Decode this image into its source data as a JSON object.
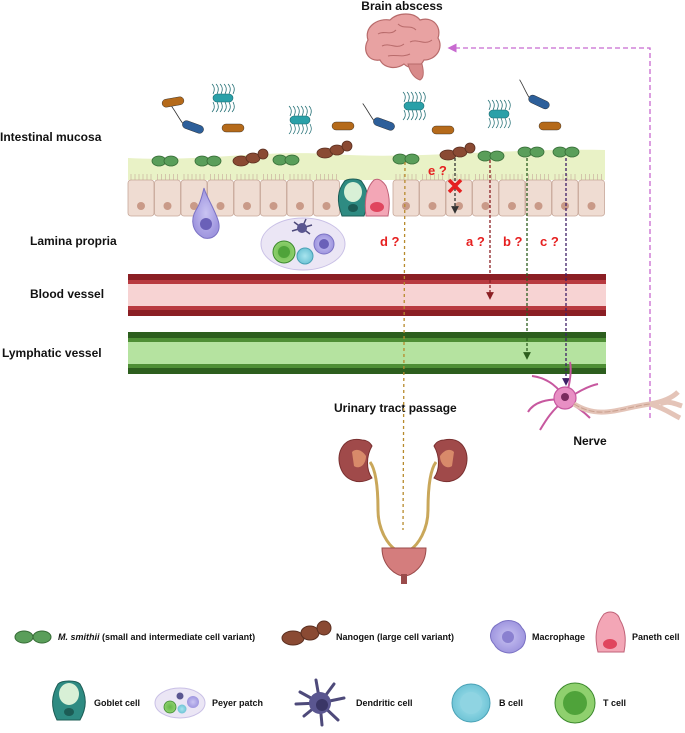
{
  "labels": {
    "brain": "Brain abscess",
    "mucosa": "Intestinal mucosa",
    "lamina": "Lamina propria",
    "blood": "Blood vessel",
    "lymph": "Lymphatic vessel",
    "urinary": "Urinary tract passage",
    "nerve": "Nerve"
  },
  "routes": {
    "a": "a ?",
    "b": "b ?",
    "c": "c ?",
    "d": "d ?",
    "e": "e ?"
  },
  "legend": {
    "msmithii_italic": "M. smithii",
    "msmithii_rest": " (small and intermediate cell variant)",
    "nanogen": "Nanogen (large cell variant)",
    "macrophage": "Macrophage",
    "paneth": "Paneth cell",
    "goblet": "Goblet cell",
    "peyer": "Peyer patch",
    "dendritic": "Dendritic cell",
    "bcell": "B cell",
    "tcell": "T cell"
  },
  "colors": {
    "msmithii": "#5a9e5a",
    "nanogen": "#8a4a33",
    "blood_dark": "#8b1f24",
    "blood_light": "#f7d3d3",
    "lymph_dark": "#2d5e1e",
    "lymph_light": "#b5e3a0",
    "route_blood": "#8b1f24",
    "route_lymph": "#2d5e1e",
    "route_nerve": "#3f1f66",
    "route_urinary": "#b78a2c",
    "route_brain": "#c86ad0",
    "question": "#e62020"
  }
}
